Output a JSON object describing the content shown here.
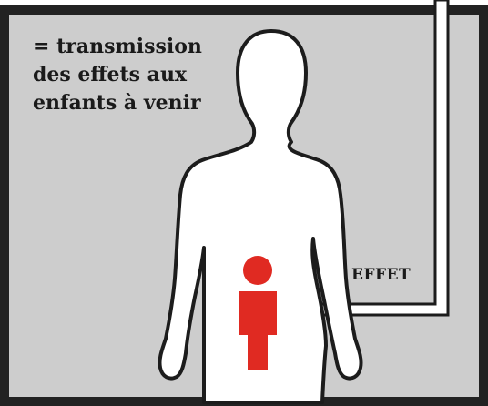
{
  "caption": {
    "line1": "= transmission",
    "line2": "des effets aux",
    "line3": "enfants à venir"
  },
  "arrow": {
    "label": "EFFET"
  },
  "colors": {
    "background": "#cdcdcd",
    "frame": "#222222",
    "silhouette_fill": "#ffffff",
    "silhouette_outline": "#1c1c1c",
    "child_figure": "#e02a22"
  }
}
